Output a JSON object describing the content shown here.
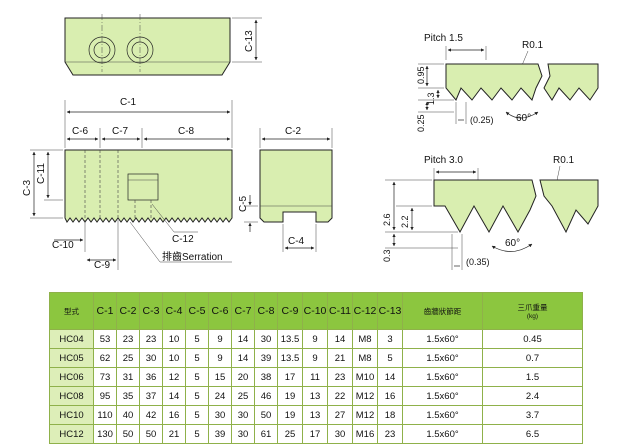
{
  "labels": {
    "c1": "C-1",
    "c2": "C-2",
    "c3": "C-3",
    "c4": "C-4",
    "c5": "C-5",
    "c6": "C-6",
    "c7": "C-7",
    "c8": "C-8",
    "c9": "C-9",
    "c10": "C-10",
    "c11": "C-11",
    "c12": "C-12",
    "c13": "C-13",
    "serration": "排齒Serration"
  },
  "serration_detail_1": {
    "pitch": "Pitch 1.5",
    "radius": "R0.1",
    "height": "0.95",
    "depth": "1.3",
    "base": "0.25",
    "flat": "(0.25)",
    "angle": "60°"
  },
  "serration_detail_2": {
    "pitch": "Pitch 3.0",
    "radius": "R0.1",
    "height": "2.6",
    "depth": "2.2",
    "base": "0.3",
    "flat": "(0.35)",
    "angle": "60°"
  },
  "table": {
    "headers": [
      "型式",
      "C-1",
      "C-2",
      "C-3",
      "C-4",
      "C-5",
      "C-6",
      "C-7",
      "C-8",
      "C-9",
      "C-10",
      "C-11",
      "C-12",
      "C-13",
      "齒牆狀節距",
      "三爪重量"
    ],
    "weight_unit": "(kg)",
    "rows": [
      [
        "HC04",
        "53",
        "23",
        "23",
        "10",
        "5",
        "9",
        "14",
        "30",
        "13.5",
        "9",
        "14",
        "M8",
        "3",
        "1.5x60°",
        "0.45"
      ],
      [
        "HC05",
        "62",
        "25",
        "30",
        "10",
        "5",
        "9",
        "14",
        "39",
        "13.5",
        "9",
        "21",
        "M8",
        "5",
        "1.5x60°",
        "0.7"
      ],
      [
        "HC06",
        "73",
        "31",
        "36",
        "12",
        "5",
        "15",
        "20",
        "38",
        "17",
        "11",
        "23",
        "M10",
        "14",
        "1.5x60°",
        "1.5"
      ],
      [
        "HC08",
        "95",
        "35",
        "37",
        "14",
        "5",
        "24",
        "25",
        "46",
        "19",
        "13",
        "22",
        "M12",
        "16",
        "1.5x60°",
        "2.4"
      ],
      [
        "HC10",
        "110",
        "40",
        "42",
        "16",
        "5",
        "30",
        "30",
        "50",
        "19",
        "13",
        "27",
        "M12",
        "18",
        "1.5x60°",
        "3.7"
      ],
      [
        "HC12",
        "130",
        "50",
        "50",
        "21",
        "5",
        "39",
        "30",
        "61",
        "25",
        "17",
        "30",
        "M16",
        "23",
        "1.5x60°",
        "6.5"
      ]
    ]
  }
}
